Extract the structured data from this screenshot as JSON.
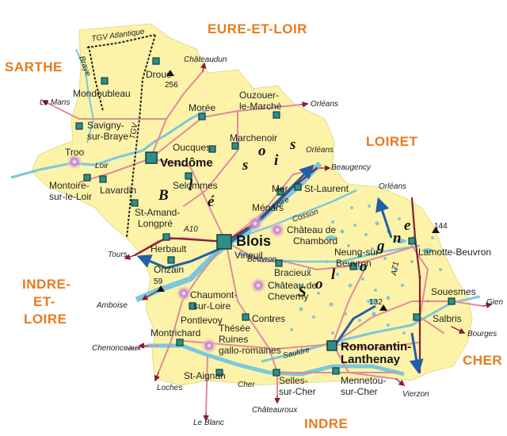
{
  "regions": {
    "eure_et_loir": "EURE-ET-LOIR",
    "sarthe": "SARTHE",
    "loiret": "LOIRET",
    "indre_et_loire": [
      "INDRE-",
      "ET-",
      "LOIRE"
    ],
    "cher": "CHER",
    "indre": "INDRE"
  },
  "areas": {
    "blesois": [
      "B",
      "l",
      "é",
      "s",
      "o",
      "i",
      "s"
    ],
    "sologne": [
      "S",
      "o",
      "l",
      "o",
      "g",
      "n",
      "e"
    ]
  },
  "towns": {
    "blois": "Blois",
    "vendome": "Vendôme",
    "romorantin": [
      "Romorantin-",
      "Lanthenay"
    ],
    "droue": "Droué",
    "mondoubleau": "Mondoubleau",
    "moree": "Morée",
    "ouzouer": [
      "Ouzouer-",
      "le-Marché"
    ],
    "savigny": [
      "Savigny-",
      "sur-Braye"
    ],
    "marchenoir": "Marchenoir",
    "oucques": "Oucques",
    "troo": "Troo",
    "montoire": [
      "Montoire-",
      "sur-le-Loir"
    ],
    "lavardin": "Lavardin",
    "selommes": "Selommes",
    "mer": "Mer",
    "st_laurent": "St-Laurent",
    "menars": "Ménars",
    "st_amand": [
      "St-Amand-",
      "Longpré"
    ],
    "chambord": [
      "Château de",
      "Chambord"
    ],
    "herbault": "Herbault",
    "vineuil": "Vineuil",
    "onzain": "Onzain",
    "neung": [
      "Neung-sur-",
      "Beuvron"
    ],
    "lamotte": "Lamotte-Beuvron",
    "bracieux": "Bracieux",
    "chaumont": [
      "Chaumont-",
      "sur-Loire"
    ],
    "cheverny": [
      "Château de",
      "Cheverny"
    ],
    "souesmes": "Souesmes",
    "pontlevoy": "Pontlevoy",
    "contres": "Contres",
    "salbris": "Salbris",
    "montrichard": "Montrichard",
    "thesee": [
      "Thésée",
      "Ruines",
      "gallo-romaines"
    ],
    "st_aignan": "St-Aignan",
    "selles": [
      "Selles-",
      "sur-Cher"
    ],
    "mennetou": [
      "Mennetou-",
      "sur-Cher"
    ]
  },
  "edge_destinations": {
    "chateaudun": "Châteaudun",
    "orleans_top": "Orléans",
    "le_mans": "Le Mans",
    "orleans_mid": "Orléans",
    "beaugency": "Beaugency",
    "orleans_right": "Orléans",
    "tours": "Tours",
    "amboise": "Amboise",
    "gien": "Gien",
    "bourges": "Bourges",
    "chenonceaux": "Chenonceaux",
    "loches": "Loches",
    "vierzon": "Vierzon",
    "chateauroux": "Châteauroux",
    "le_blanc": "Le Blanc"
  },
  "roads": {
    "tgv_atlantique": "TGV Atlantique",
    "tgv": "TGV",
    "a10": "A10",
    "a71": "A71"
  },
  "rivers": {
    "braye": "Braye",
    "loir": "Loir",
    "loire": "Loire",
    "cosson": "Cosson",
    "beuvron": "Beuvron",
    "sauldre": "Sauldre",
    "cher": "Cher"
  },
  "elevations": {
    "e256": "256",
    "e144": "144",
    "e59": "59",
    "e132": "132"
  },
  "colors": {
    "land": "#fdf3a8",
    "sologne_water": "#6ec0d6",
    "river": "#7ac8dc",
    "road": "#e08a9a",
    "road_dark": "#8a1c2e",
    "region_label": "#e87a1e",
    "marker": "#2f8f88",
    "chateau": "#9b3aa8",
    "arrow_blue": "#1f5fa8"
  }
}
